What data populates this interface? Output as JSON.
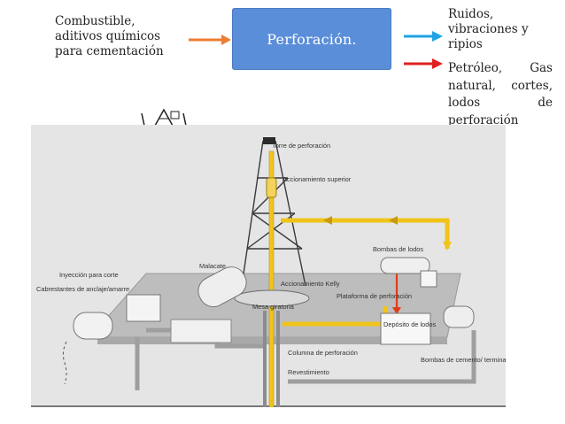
{
  "inputs": {
    "text": "Combustible,\naditivos químicos\npara cementación"
  },
  "process": {
    "label": "Perforación."
  },
  "outputs": {
    "noise": "Ruidos,\nvibraciones y\nripios",
    "products": "Petróleo, Gas natural, cortes, lodos de perforación"
  },
  "colors": {
    "input_arrow": "#ed7d31",
    "noise_arrow": "#1fa3e6",
    "product_arrow": "#e02020",
    "box": "#5b8ed8"
  },
  "diagram": {
    "labels": {
      "torre": "Torre de perforación",
      "accionamiento_sup": "Accionamiento superior",
      "bombas_lodos": "Bombas de lodos",
      "inyeccion": "Inyección para corte",
      "malacate": "Malacate",
      "cabrestantes": "Cabrestantes de anclaje/amarre",
      "accionamiento_kelly": "Accionamiento Kelly",
      "plataforma": "Plataforma de perforación",
      "mesa": "Mesa giratoria",
      "deposito": "Depósito de lodos",
      "columna": "Columna de perforación",
      "revestimiento": "Revestimiento",
      "bombas_cemento": "Bombas de cemento/ terminación"
    }
  }
}
